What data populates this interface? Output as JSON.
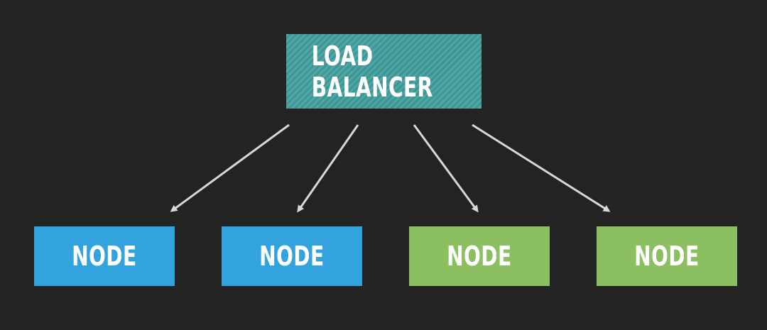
{
  "load_balancer": {
    "label": "LOAD BALANCER",
    "color": "#4fa7a5"
  },
  "nodes": [
    {
      "label": "NODE",
      "color": "#33a3dd"
    },
    {
      "label": "NODE",
      "color": "#33a3dd"
    },
    {
      "label": "NODE",
      "color": "#8bbf60"
    },
    {
      "label": "NODE",
      "color": "#8bbf60"
    }
  ],
  "arrow_color": "#d8d8d8",
  "background_color": "#232323"
}
